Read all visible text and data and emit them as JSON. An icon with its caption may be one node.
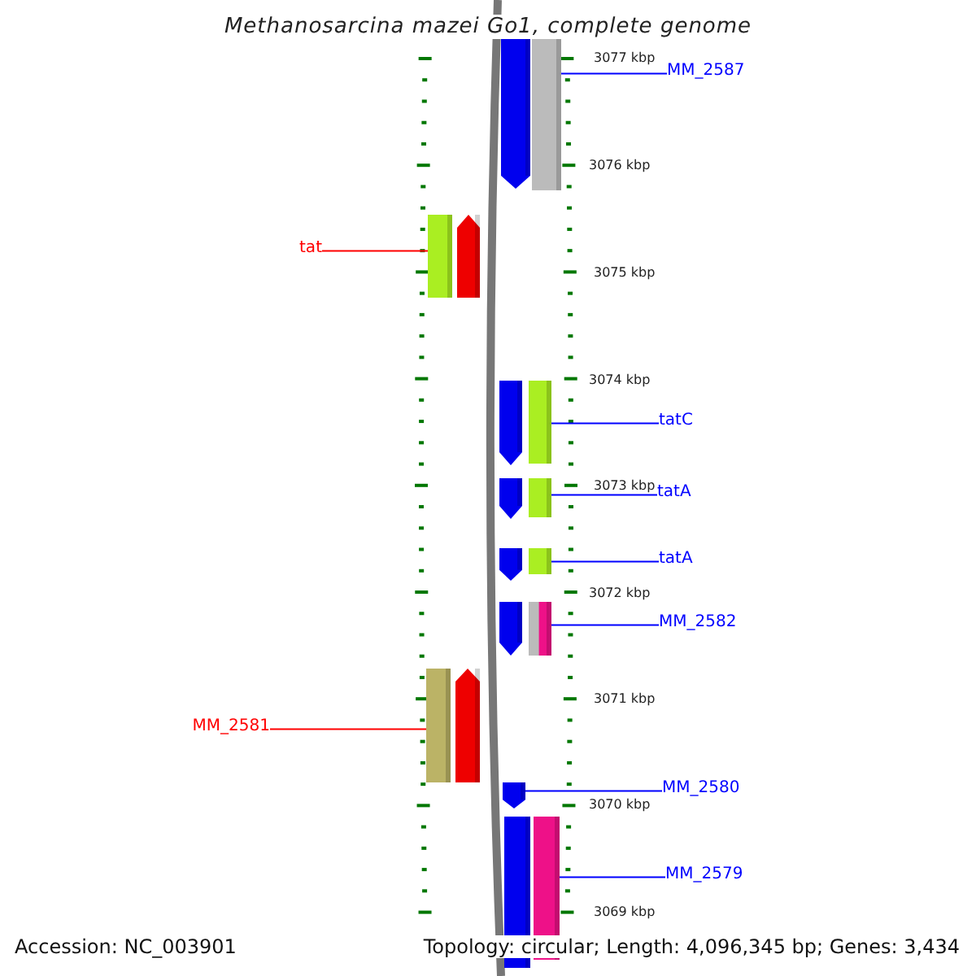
{
  "diagram": {
    "title": "Methanosarcina mazei Go1, complete genome",
    "nodes": [
      {
        "text": [
          "MM_2587"
        ]
      },
      {
        "text": [
          "tat"
        ]
      },
      {
        "text": [
          "tatC"
        ]
      },
      {
        "text": [
          "tatA"
        ]
      },
      {
        "text": [
          "tatA"
        ]
      },
      {
        "text": [
          "MM_2582"
        ]
      },
      {
        "text": [
          "MM_2581"
        ]
      },
      {
        "text": [
          "MM_2580"
        ]
      },
      {
        "text": [
          "MM_2579"
        ]
      },
      {
        "text": [],
        "shape": "bar"
      },
      {
        "text": [],
        "shape": "bar"
      },
      {
        "text": [],
        "shape": "bar"
      },
      {
        "text": [],
        "shape": "bar"
      },
      {
        "text": [],
        "shape": "bar"
      },
      {
        "text": [],
        "shape": "bar"
      },
      {
        "text": [],
        "shape": "bar"
      },
      {
        "text": [],
        "shape": "bar"
      },
      {
        "text": [],
        "shape": "bar"
      },
      {
        "text": [],
        "shape": "bar"
      },
      {
        "text": [],
        "shape": "bar"
      },
      {
        "text": [],
        "shape": "bar"
      },
      {
        "text": [],
        "shape": "bar"
      },
      {
        "text": [],
        "shape": "bar"
      },
      {
        "text": [],
        "shape": "bar"
      },
      {
        "text": [],
        "shape": "bar"
      },
      {
        "text": [],
        "shape": "bar"
      }
    ],
    "edges": [
      {
        "from": 0,
        "to": 10,
        "arrow": "none"
      },
      {
        "from": 1,
        "to": 11,
        "arrow": "none",
        "color": "#ff0000"
      },
      {
        "from": 2,
        "to": 14,
        "arrow": "none"
      },
      {
        "from": 3,
        "to": 16,
        "arrow": "none"
      },
      {
        "from": 4,
        "to": 18,
        "arrow": "none"
      },
      {
        "from": 5,
        "to": 20,
        "arrow": "none"
      },
      {
        "from": 6,
        "to": 21,
        "arrow": "none",
        "color": "#ff0000"
      },
      {
        "from": 7,
        "to": 23,
        "arrow": "none"
      },
      {
        "from": 8,
        "to": 25,
        "arrow": "none"
      }
    ],
    "labels": [
      "3077 kbp",
      "3076 kbp",
      "3075 kbp",
      "3074 kbp",
      "3073 kbp",
      "3072 kbp",
      "3071 kbp",
      "3070 kbp",
      "3069 kbp",
      "Accession: NC_003901",
      "Topology: circular; Length: 4,096,345 bp; Genes: 3,434"
    ]
  }
}
